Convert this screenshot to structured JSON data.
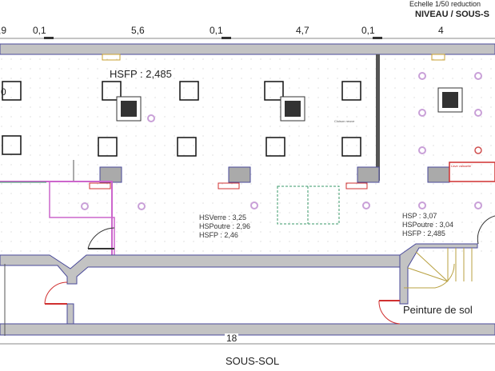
{
  "header": {
    "scale_note": "Echelle 1/50 reduction",
    "title": "NIVEAU / SOUS-S"
  },
  "dimensions_top": [
    ",9",
    "0,1",
    "5,6",
    "0,1",
    "4,7",
    "0,1",
    "4"
  ],
  "dimension_bottom": "18",
  "room_labels": {
    "left_partial": "0",
    "main_hsfp": "HSFP : 2,485",
    "middle": [
      "HSVerre : 3,25",
      "HSPoutre : 2,96",
      "HSFP : 2,46"
    ],
    "right": [
      "HSP : 3,07",
      "HSPoutre : 3,04",
      "HSFP : 2,485"
    ],
    "cloison": "Cloison neuve",
    "lave_vaisselle": "Lave vaisselle",
    "peinture": "Peinture de sol"
  },
  "footer": {
    "level_name": "SOUS-SOL"
  },
  "colors": {
    "wall_fill": "#c3c3c3",
    "wall_edge": "#4a4a9a",
    "lights": "#c9a0d8",
    "red": "#d03030",
    "magenta": "#cc66cc",
    "green": "#3a9a6a",
    "stairs": "#b8a040"
  }
}
